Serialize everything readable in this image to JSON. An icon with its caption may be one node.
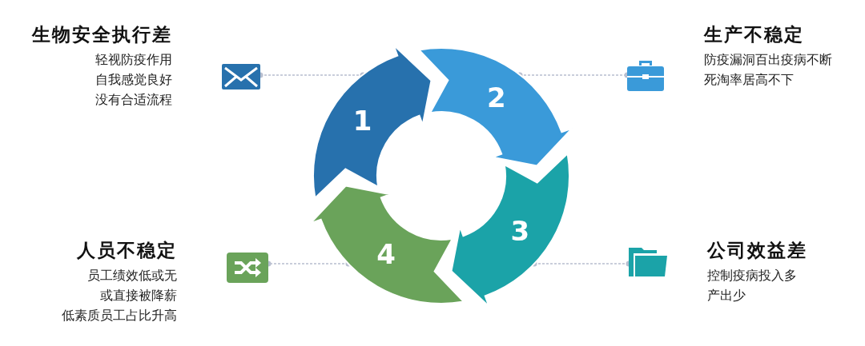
{
  "diagram": {
    "nodes": [
      {
        "text": [
          "1"
        ]
      },
      {
        "text": [
          "2"
        ]
      },
      {
        "text": [
          "3"
        ]
      },
      {
        "text": [
          "4"
        ]
      },
      {
        "text": [
          "生物安全执行差",
          "轻视防疫作用",
          "自我感觉良好",
          "没有合适流程"
        ]
      },
      {
        "text": [
          "生产不稳定",
          "防疫漏洞百出疫病不断",
          "死淘率居高不下"
        ]
      },
      {
        "text": [
          "人员不稳定",
          "员工绩效低或无或直接被降薪",
          "低素质员工占比升高"
        ]
      },
      {
        "text": [
          "公司效益差",
          "控制疫病投入多产出少"
        ]
      }
    ],
    "edges": [
      {
        "from": 0,
        "to": 4,
        "arrow": "other",
        "style": "dashed"
      },
      {
        "from": 1,
        "to": 5,
        "arrow": "other",
        "style": "dashed"
      },
      {
        "from": 3,
        "to": 6,
        "arrow": "other",
        "style": "dashed"
      },
      {
        "from": 2,
        "to": 7,
        "arrow": "other",
        "style": "dashed"
      }
    ]
  }
}
